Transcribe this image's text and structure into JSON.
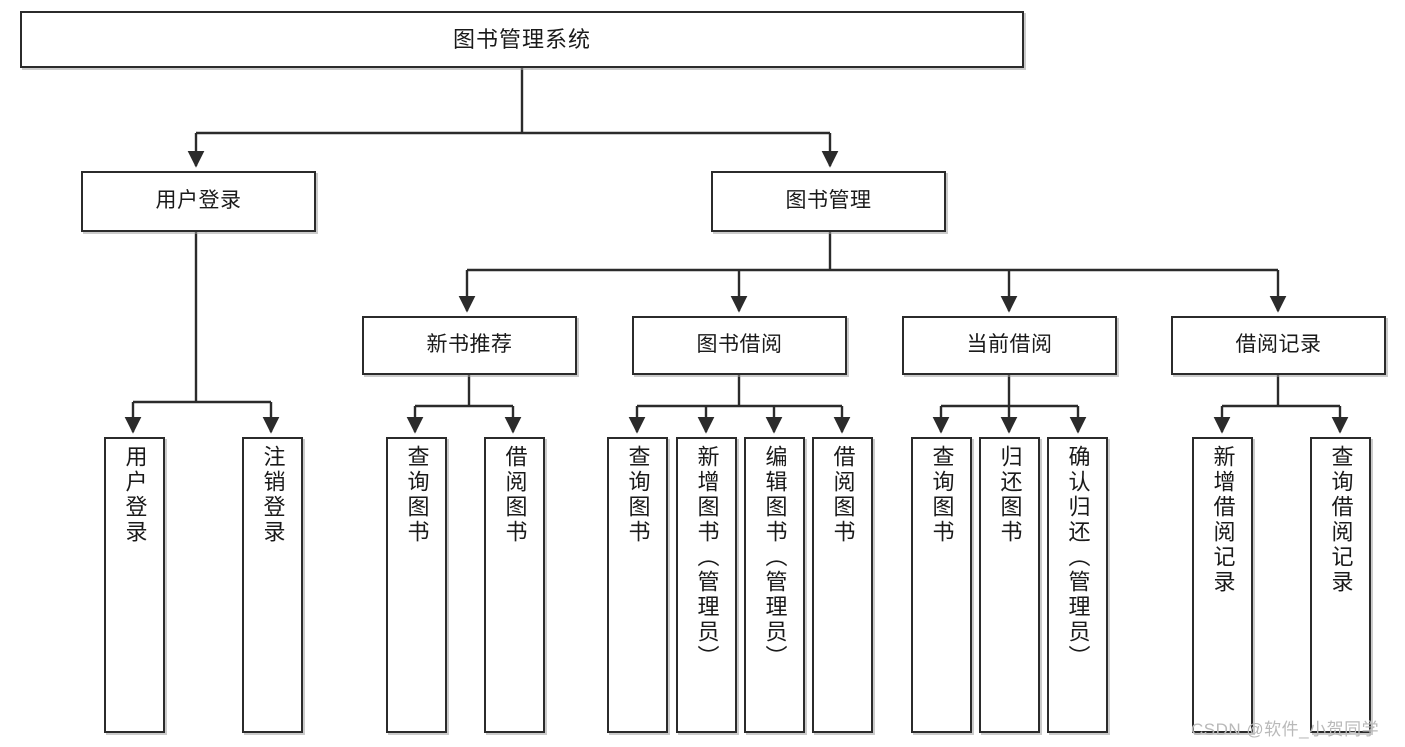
{
  "diagram": {
    "title_node": {
      "label": "图书管理系统"
    },
    "level2": [
      {
        "id": "user-login",
        "label": "用户登录"
      },
      {
        "id": "book-management",
        "label": "图书管理"
      }
    ],
    "level3": [
      {
        "id": "new-book-recommend",
        "label": "新书推荐"
      },
      {
        "id": "book-borrow",
        "label": "图书借阅"
      },
      {
        "id": "current-borrow",
        "label": "当前借阅"
      },
      {
        "id": "borrow-record",
        "label": "借阅记录"
      }
    ],
    "leaves": {
      "user_login": [
        {
          "id": "leaf-user-login",
          "label": "用户登录"
        },
        {
          "id": "leaf-logout",
          "label": "注销登录"
        }
      ],
      "new_book_recommend": [
        {
          "id": "leaf-query-book-1",
          "label": "查询图书"
        },
        {
          "id": "leaf-borrow-book-1",
          "label": "借阅图书"
        }
      ],
      "book_borrow": [
        {
          "id": "leaf-query-book-2",
          "label": "查询图书"
        },
        {
          "id": "leaf-add-book",
          "label": "新增图书（管理员）"
        },
        {
          "id": "leaf-edit-book",
          "label": "编辑图书（管理员）"
        },
        {
          "id": "leaf-borrow-book-2",
          "label": "借阅图书"
        }
      ],
      "current_borrow": [
        {
          "id": "leaf-query-book-3",
          "label": "查询图书"
        },
        {
          "id": "leaf-return-book",
          "label": "归还图书"
        },
        {
          "id": "leaf-confirm-return",
          "label": "确认归还（管理员）"
        }
      ],
      "borrow_record": [
        {
          "id": "leaf-add-record",
          "label": "新增借阅记录"
        },
        {
          "id": "leaf-query-record",
          "label": "查询借阅记录"
        }
      ]
    }
  },
  "watermark": {
    "text": "CSDN @软件_小贺同学"
  },
  "colors": {
    "box_border": "#2b2b2b",
    "box_fill": "#ffffff",
    "edge": "#2b2b2b",
    "text": "#1a1a1a",
    "watermark": "#b9b9b9",
    "background": "#ffffff"
  }
}
